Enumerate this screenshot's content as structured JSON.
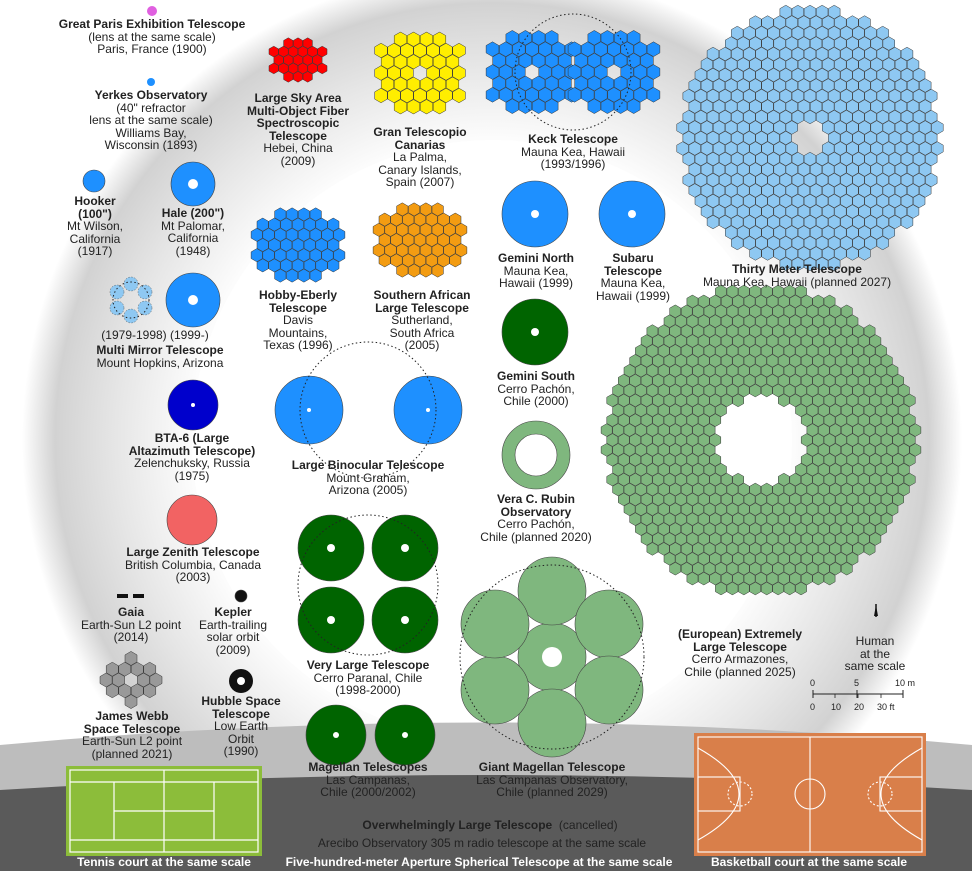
{
  "background": {
    "ring_color": "#d9d9d9",
    "ground_color": "#606060"
  },
  "telescopes": {
    "paris": {
      "title": "Great Paris Exhibition Telescope",
      "sub": "(lens at the same scale)\nParis, France (1900)"
    },
    "yerkes": {
      "title": "Yerkes Observatory",
      "sub": "(40\" refractor\nlens at the same scale)\nWilliams Bay,\nWisconsin (1893)"
    },
    "hooker": {
      "title": "Hooker\n(100\")",
      "sub": "Mt Wilson,\nCalifornia\n(1917)"
    },
    "hale": {
      "title": "Hale (200\")",
      "sub": "Mt Palomar,\nCalifornia\n(1948)"
    },
    "mmt": {
      "title": "Multi Mirror Telescope",
      "sub": "Mount Hopkins, Arizona",
      "periods": "(1979-1998) (1999-)"
    },
    "bta": {
      "title": "BTA-6 (Large\nAltazimuth Telescope)",
      "sub": "Zelenchuksky, Russia\n(1975)"
    },
    "lzt": {
      "title": "Large Zenith Telescope",
      "sub": "British Columbia, Canada\n(2003)"
    },
    "gaia": {
      "title": "Gaia",
      "sub": "Earth-Sun L2 point\n(2014)"
    },
    "kepler": {
      "title": "Kepler",
      "sub": "Earth-trailing\nsolar orbit\n(2009)"
    },
    "jwst": {
      "title": "James Webb\nSpace Telescope",
      "sub": "Earth-Sun L2 point\n(planned 2021)"
    },
    "hubble": {
      "title": "Hubble Space\nTelescope",
      "sub": "Low Earth\nOrbit\n(1990)"
    },
    "lamost": {
      "title": "Large Sky Area\nMulti-Object Fiber\nSpectroscopic\nTelescope",
      "sub": "Hebei, China\n(2009)"
    },
    "gtc": {
      "title": "Gran Telescopio\nCanarias",
      "sub": "La Palma,\nCanary Islands,\nSpain (2007)"
    },
    "keck": {
      "title": "Keck Telescope",
      "sub": "Mauna Kea, Hawaii\n(1993/1996)"
    },
    "tmt": {
      "title": "Thirty Meter Telescope",
      "sub": "Mauna Kea, Hawaii (planned 2027)"
    },
    "het": {
      "title": "Hobby-Eberly\nTelescope",
      "sub": "Davis\nMountains,\nTexas (1996)"
    },
    "salt": {
      "title": "Southern African\nLarge Telescope",
      "sub": "Sutherland,\nSouth Africa\n(2005)"
    },
    "gemini_n": {
      "title": "Gemini North",
      "sub": "Mauna Kea,\nHawaii (1999)"
    },
    "subaru": {
      "title": "Subaru\nTelescope",
      "sub": "Mauna Kea,\nHawaii (1999)"
    },
    "gemini_s": {
      "title": "Gemini South",
      "sub": "Cerro Pachón,\nChile (2000)"
    },
    "lbt": {
      "title": "Large Binocular Telescope",
      "sub": "Mount Graham,\nArizona (2005)"
    },
    "rubin": {
      "title": "Vera C. Rubin\nObservatory",
      "sub": "Cerro Pachón,\nChile (planned 2020)"
    },
    "elt": {
      "title": "(European) Extremely\nLarge Telescope",
      "sub": "Cerro Armazones,\nChile (planned 2025)"
    },
    "vlt": {
      "title": "Very Large Telescope",
      "sub": "Cerro Paranal, Chile\n(1998-2000)"
    },
    "gmt": {
      "title": "Giant Magellan Telescope",
      "sub": "Las Campanas Observatory,\nChile (planned 2029)"
    },
    "magellan": {
      "title": "Magellan Telescopes",
      "sub": "Las Campanas,\nChile (2000/2002)"
    }
  },
  "human": {
    "text": "Human\nat the\nsame scale"
  },
  "scale_bar": {
    "m_ticks": [
      "0",
      "5",
      "10 m"
    ],
    "ft_ticks": [
      "0",
      "10",
      "20",
      "30 ft"
    ]
  },
  "owl": {
    "title": "Overwhelmingly Large Telescope",
    "note": "(cancelled)"
  },
  "arecibo": {
    "text": "Arecibo Observatory 305 m radio telescope at the same scale"
  },
  "fast": {
    "text": "Five-hundred-meter Aperture Spherical Telescope at the same scale"
  },
  "tennis": {
    "text": "Tennis court at the same scale"
  },
  "basketball": {
    "text": "Basketball court at the same scale"
  },
  "colors": {
    "lightblue": "#8ec8f2",
    "blue": "#1e90ff",
    "darkblue": "#0000cc",
    "red": "#ff0000",
    "yellow": "#ffee00",
    "orange": "#f39c12",
    "darkgreen": "#006400",
    "lightgreen": "#7fb77e",
    "salmon": "#f26363",
    "purple": "#e060e0",
    "tennis": "#8cbd3a",
    "court": "#d97f4a"
  }
}
